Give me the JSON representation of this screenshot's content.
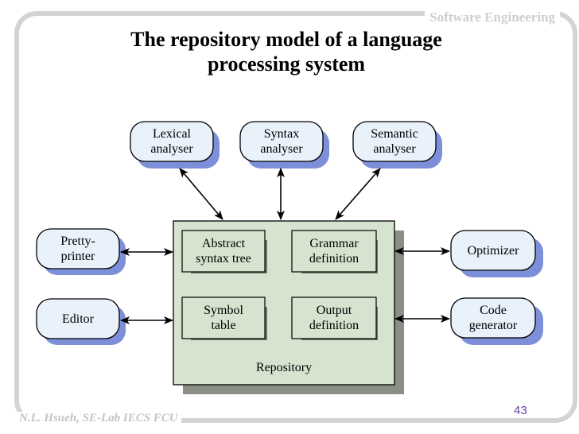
{
  "header": {
    "tag": "Software Engineering"
  },
  "slide": {
    "title": "The repository model of a language processing system"
  },
  "diagram": {
    "tools": {
      "lexical": "Lexical analyser",
      "syntax": "Syntax analyser",
      "semantic": "Semantic analyser",
      "pretty": "Pretty-printer",
      "editor": "Editor",
      "optimizer": "Optimizer",
      "codegen": "Code generator"
    },
    "repository": {
      "label": "Repository",
      "ast": "Abstract syntax tree",
      "grammar": "Grammar definition",
      "symbol": "Symbol table",
      "output": "Output definition"
    },
    "colors": {
      "tool_fill": "#e9f1fb",
      "tool_shadow": "#7d8fd8",
      "repo_fill": "#d6e4cf",
      "repo_shadow": "#8a8f86",
      "inner_shadow": "#6f7468"
    }
  },
  "footer": {
    "author": "N.L. Hsueh, SE-Lab IECS FCU",
    "page": "43"
  }
}
